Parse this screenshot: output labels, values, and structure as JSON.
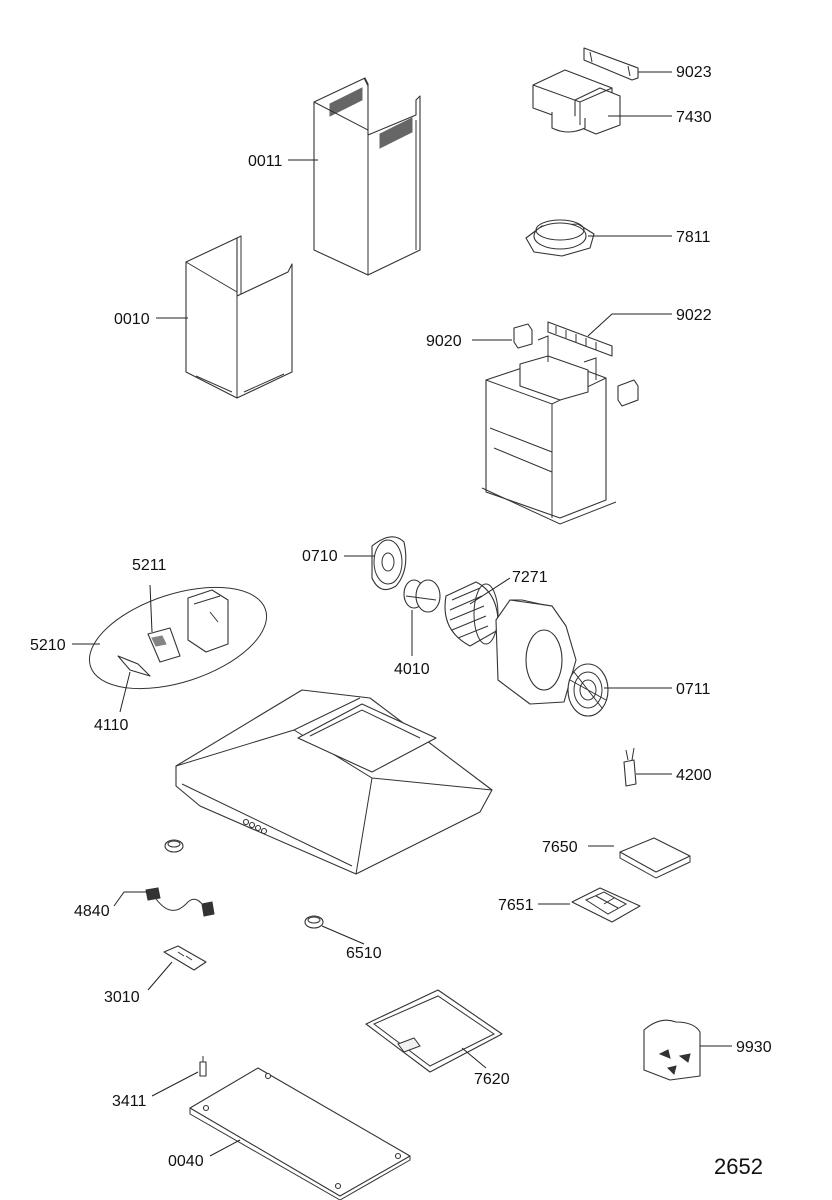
{
  "diagram": {
    "labels": [
      "9023",
      "7430",
      "0011",
      "7811",
      "0010",
      "9022",
      "9020",
      "0710",
      "7271",
      "5211",
      "5210",
      "4010",
      "0711",
      "4110",
      "4200",
      "7650",
      "4840",
      "7651",
      "6510",
      "3010",
      "9930",
      "7620",
      "3411",
      "0040"
    ],
    "reference": "2652"
  }
}
